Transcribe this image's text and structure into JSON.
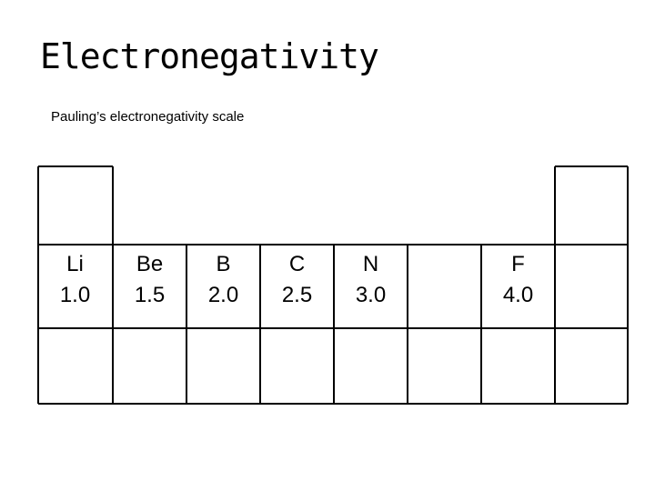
{
  "slide": {
    "title": "Electronegativity",
    "subtitle": "Pauling’s electronegativity scale"
  },
  "elements": [
    {
      "symbol": "Li",
      "value": "1.0"
    },
    {
      "symbol": "Be",
      "value": "1.5"
    },
    {
      "symbol": "B",
      "value": "2.0"
    },
    {
      "symbol": "C",
      "value": "2.5"
    },
    {
      "symbol": "N",
      "value": "3.0"
    },
    {
      "symbol": "",
      "value": ""
    },
    {
      "symbol": "F",
      "value": "4.0"
    },
    {
      "symbol": "",
      "value": ""
    }
  ],
  "colors": {
    "line": "#000000",
    "background": "#ffffff",
    "text": "#000000"
  }
}
